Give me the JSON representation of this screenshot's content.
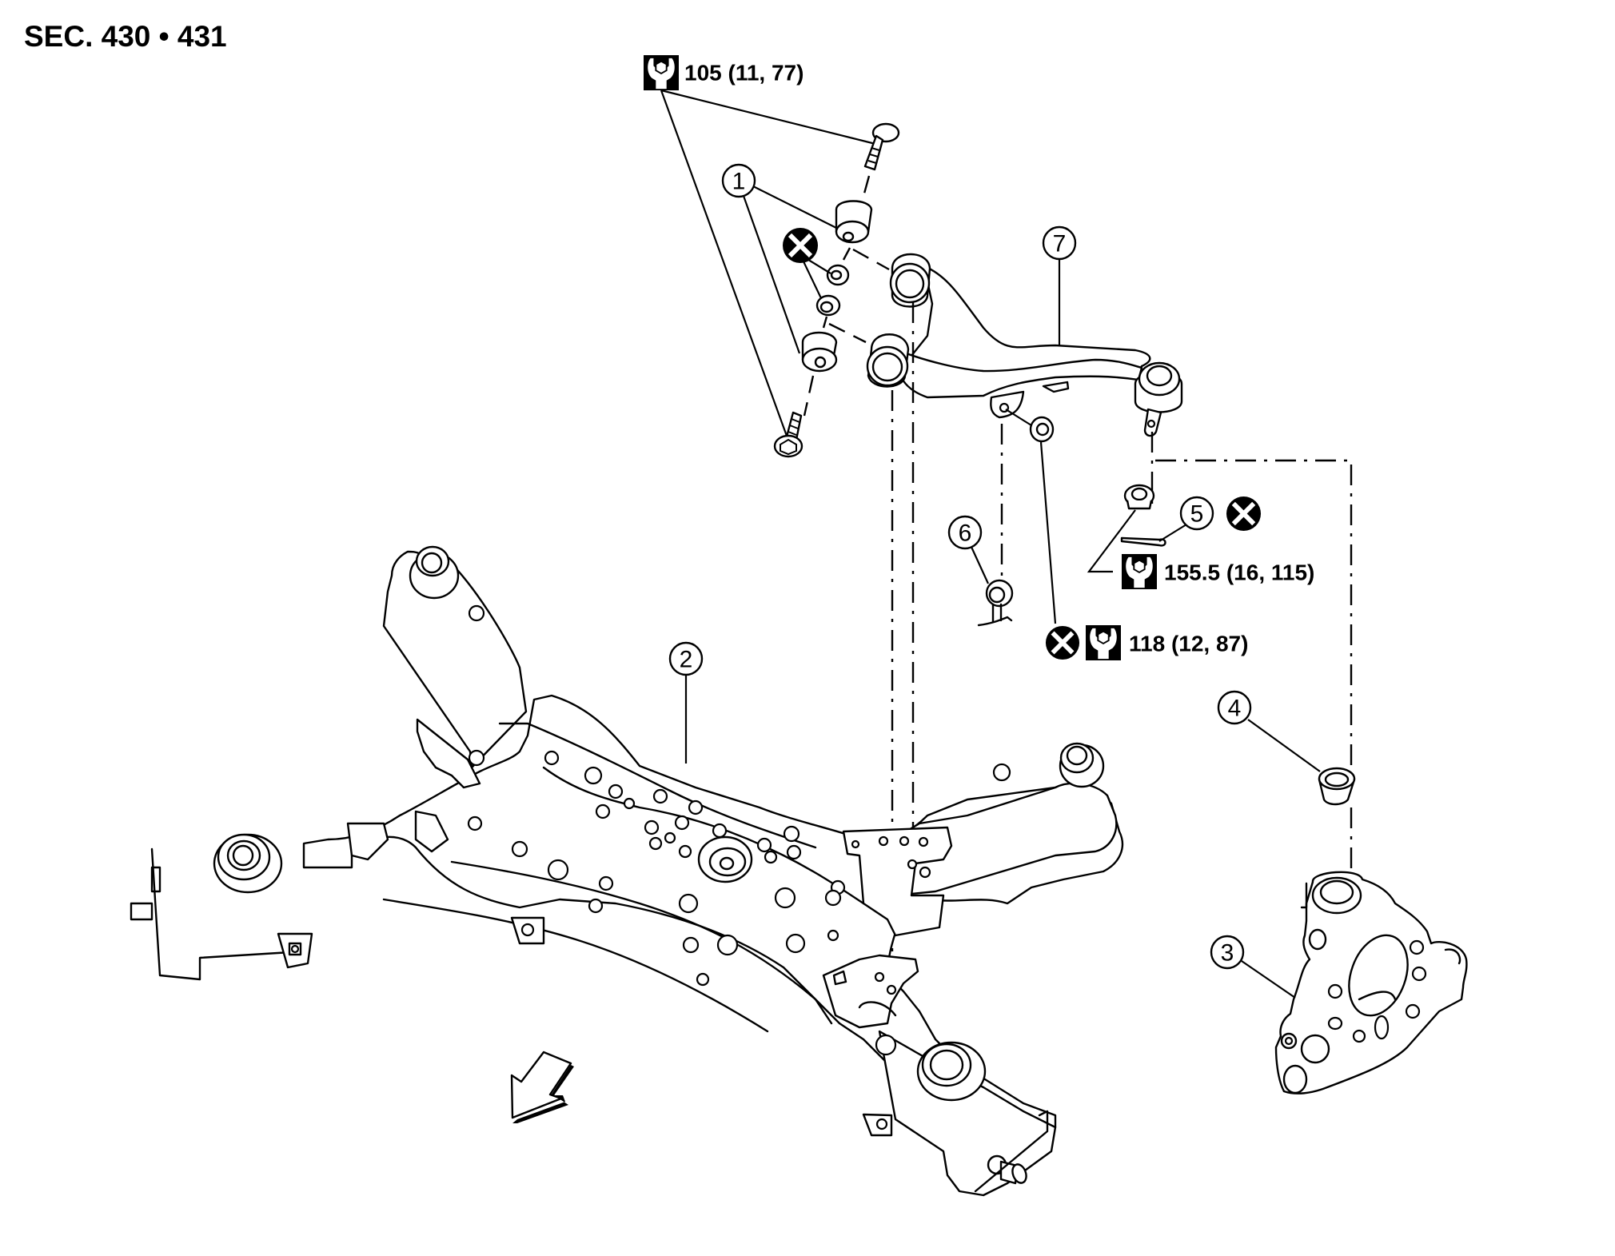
{
  "header": {
    "section_label": "SEC. 430 • 431"
  },
  "callouts": [
    {
      "id": "1",
      "label": "1",
      "part": "bushing"
    },
    {
      "id": "2",
      "label": "2",
      "part": "rear suspension member"
    },
    {
      "id": "3",
      "label": "3",
      "part": "axle housing / knuckle"
    },
    {
      "id": "4",
      "label": "4",
      "part": "dust boot"
    },
    {
      "id": "5",
      "label": "5",
      "part": "cotter pin"
    },
    {
      "id": "6",
      "label": "6",
      "part": "stabilizer connecting rod"
    },
    {
      "id": "7",
      "label": "7",
      "part": "upper link"
    }
  ],
  "torque_specs": [
    {
      "id": "upper-link-bolt",
      "value": "105 (11, 77)",
      "icon": "torque-wrench-icon"
    },
    {
      "id": "ball-joint-nut",
      "value": "155.5 (16, 115)",
      "icon": "torque-wrench-icon"
    },
    {
      "id": "stabilizer-nut",
      "value": "118 (12, 87)",
      "icon": "torque-wrench-icon"
    }
  ],
  "symbols": {
    "do_not_reuse": "do-not-reuse-icon",
    "front_arrow": "front-direction-arrow-icon"
  }
}
